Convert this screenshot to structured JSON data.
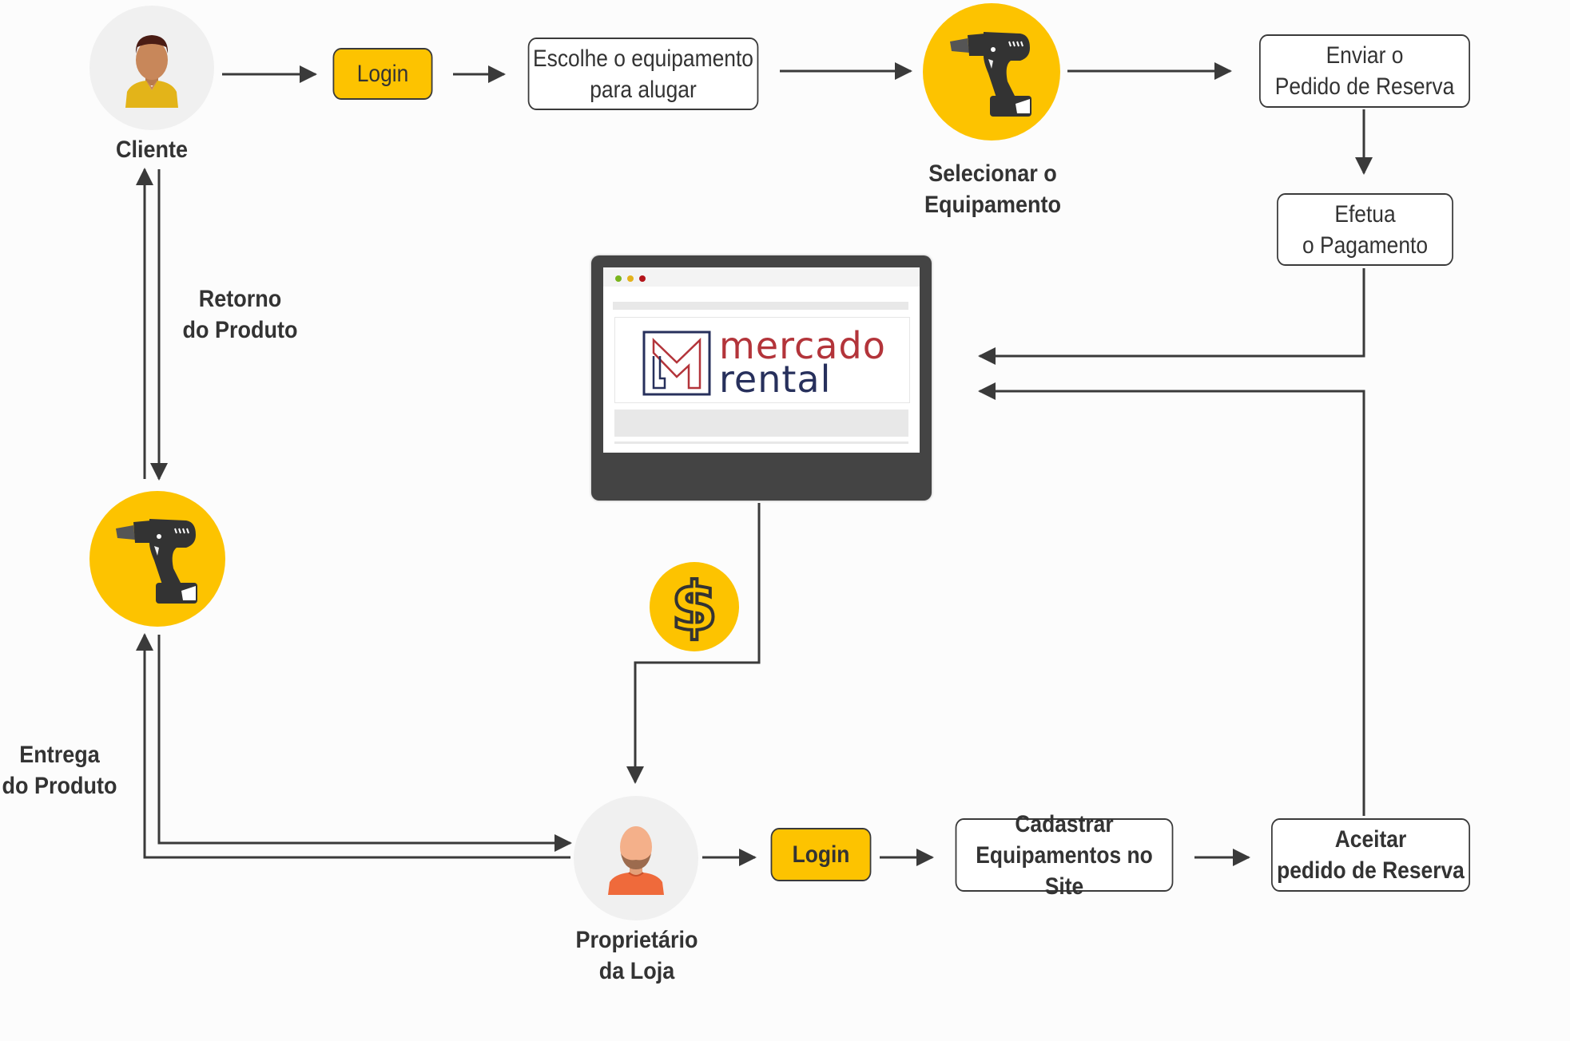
{
  "diagram": {
    "title": "Mercado Rental rental flow",
    "colors": {
      "accent": "#fdc300",
      "stroke": "#3a3a3a",
      "brand_red": "#b3343a",
      "brand_navy": "#27305c"
    },
    "actors": {
      "client": {
        "label": "Cliente",
        "icon": "client-avatar-icon"
      },
      "owner": {
        "label_line1": "Proprietário",
        "label_line2": "da Loja",
        "icon": "owner-avatar-icon"
      }
    },
    "top_flow": {
      "login": "Login",
      "choose_line1": "Escolhe o equipamento",
      "choose_line2": "para alugar",
      "select_line1": "Selecionar o",
      "select_line2": "Equipamento",
      "send_line1": "Enviar o",
      "send_line2": "Pedido de Reserva",
      "pay_line1": "Efetua",
      "pay_line2": "o Pagamento"
    },
    "bottom_flow": {
      "login": "Login",
      "register_line1": "Cadastrar",
      "register_line2": "Equipamentos no Site",
      "accept_line1": "Aceitar",
      "accept_line2": "pedido de Reserva"
    },
    "side_labels": {
      "return_line1": "Retorno",
      "return_line2": "do Produto",
      "delivery_line1": "Entrega",
      "delivery_line2": "do Produto"
    },
    "website": {
      "logo_line1": "mercado",
      "logo_line2": "rental"
    },
    "payment_icon": "$"
  }
}
